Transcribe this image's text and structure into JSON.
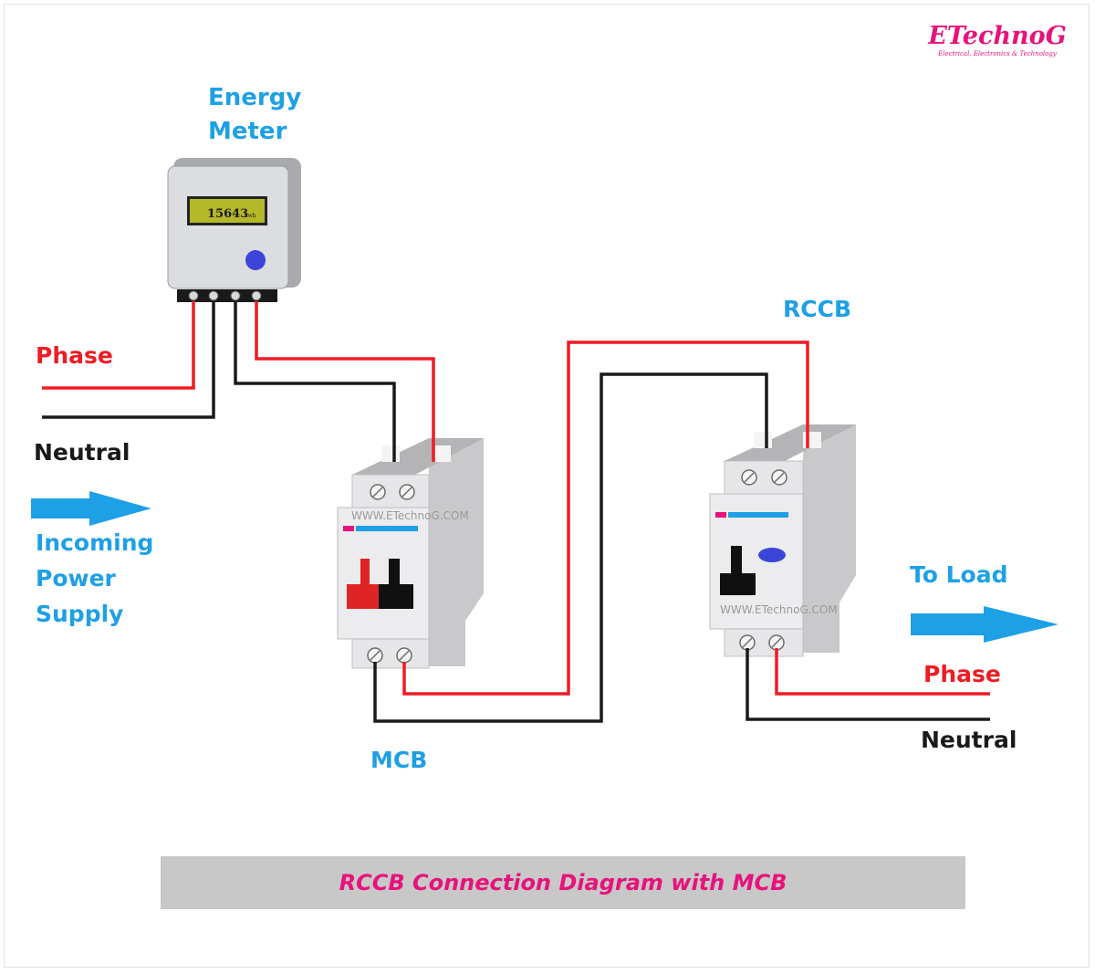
{
  "brand": {
    "name": "ETechnoG",
    "tagline": "Electrical, Electronics & Technology"
  },
  "energy_meter": {
    "label": "Energy\nMeter",
    "display_value": "15643",
    "display_unit": "kwh"
  },
  "incoming": {
    "phase_label": "Phase",
    "neutral_label": "Neutral",
    "supply_label": "Incoming\nPower\nSupply"
  },
  "mcb": {
    "label": "MCB",
    "watermark": "WWW.ETechnoG.COM"
  },
  "rccb": {
    "label": "RCCB",
    "watermark": "WWW.ETechnoG.COM"
  },
  "load": {
    "label": "To Load",
    "phase_label": "Phase",
    "neutral_label": "Neutral"
  },
  "caption": "RCCB Connection Diagram with MCB",
  "colors": {
    "phase_wire": "#ee1c24",
    "neutral_wire": "#1a1a1a",
    "label_blue": "#1ea0e6",
    "brand_pink": "#e8127c",
    "arrow_blue": "#1ea0e6"
  }
}
